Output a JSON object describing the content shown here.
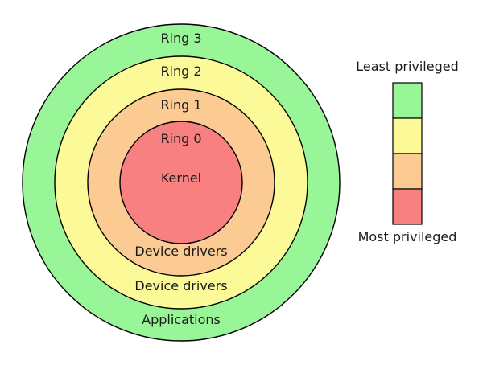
{
  "rings": [
    {
      "name": "Ring 3",
      "content": "Applications",
      "color": "#98f598"
    },
    {
      "name": "Ring 2",
      "content": "Device drivers",
      "color": "#fcfa98"
    },
    {
      "name": "Ring 1",
      "content": "Device drivers",
      "color": "#fbcb93"
    },
    {
      "name": "Ring 0",
      "content": "Kernel",
      "color": "#f88080"
    }
  ],
  "legend": {
    "top_label": "Least privileged",
    "bottom_label": "Most privileged",
    "swatch_colors": [
      "#98f598",
      "#fcfa98",
      "#fbcb93",
      "#f88080"
    ]
  }
}
